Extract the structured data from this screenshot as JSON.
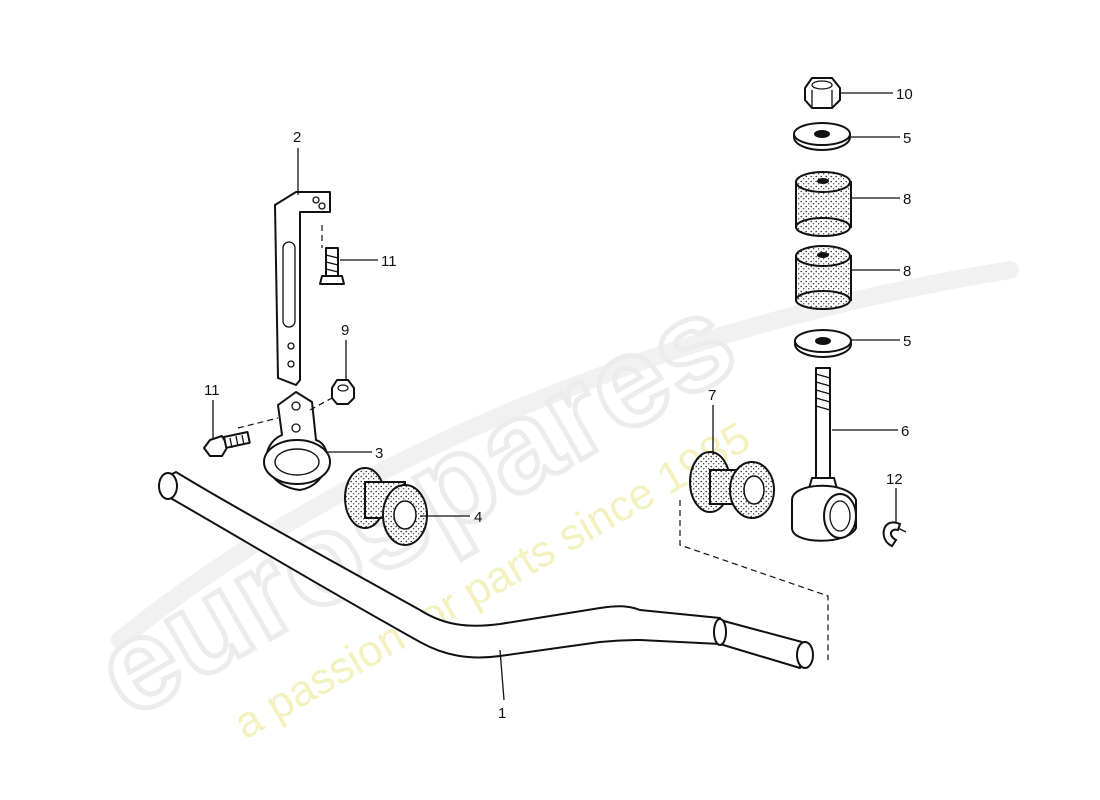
{
  "diagram": {
    "watermark": {
      "logo": "eurospares",
      "tagline": "a passion for parts since 1985"
    },
    "callouts": [
      {
        "id": "c1",
        "label": "1"
      },
      {
        "id": "c2",
        "label": "2"
      },
      {
        "id": "c3",
        "label": "3"
      },
      {
        "id": "c4",
        "label": "4"
      },
      {
        "id": "c5a",
        "label": "5"
      },
      {
        "id": "c5b",
        "label": "5"
      },
      {
        "id": "c6",
        "label": "6"
      },
      {
        "id": "c7",
        "label": "7"
      },
      {
        "id": "c8a",
        "label": "8"
      },
      {
        "id": "c8b",
        "label": "8"
      },
      {
        "id": "c9",
        "label": "9"
      },
      {
        "id": "c10",
        "label": "10"
      },
      {
        "id": "c11a",
        "label": "11"
      },
      {
        "id": "c11b",
        "label": "11"
      },
      {
        "id": "c12",
        "label": "12"
      }
    ]
  }
}
